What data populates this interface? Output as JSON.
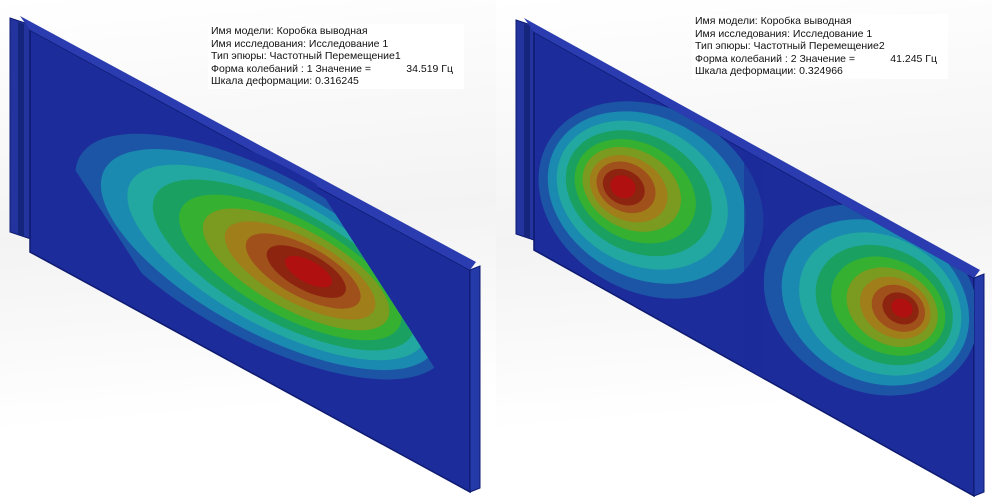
{
  "views": [
    {
      "model_label": "Имя модели: Коробка выводная",
      "study_label": "Имя  исследования: Исследование 1",
      "plot_type_label": "Тип эпюры: Частотный Перемещение1",
      "mode_label": "Форма колебаний : 1  Значение =",
      "frequency_value": "34.519 Гц",
      "deform_scale_label": "Шкала деформации: 0.316245"
    },
    {
      "model_label": "Имя модели: Коробка выводная",
      "study_label": "Имя  исследования: Исследование 1",
      "plot_type_label": "Тип эпюры: Частотный Перемещение2",
      "mode_label": "Форма колебаний : 2  Значение =",
      "frequency_value": "41.245 Гц",
      "deform_scale_label": "Шкала деформации: 0.324966"
    }
  ],
  "colors": {
    "plate_blue": "#1c2c9a",
    "plate_edge": "#0d1a70",
    "contour_scale": [
      "#1c2c9a",
      "#1d55a6",
      "#1b8ab0",
      "#22a8a0",
      "#1aa060",
      "#36b030",
      "#7a9a20",
      "#a07e1a",
      "#a0501a",
      "#8c2410",
      "#b01010"
    ]
  }
}
